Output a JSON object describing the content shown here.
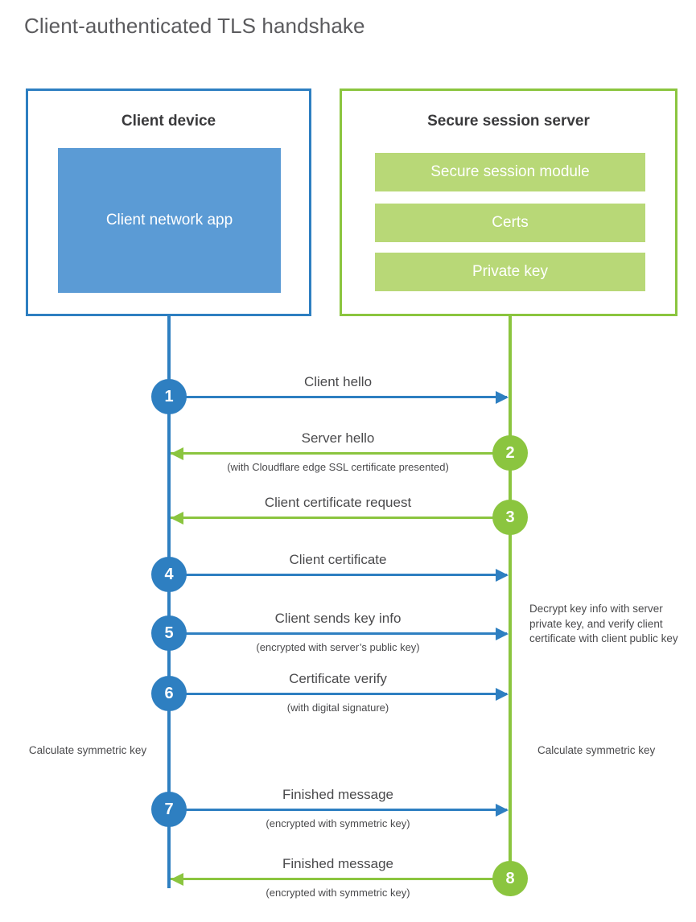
{
  "title": "Client-authenticated TLS handshake",
  "colors": {
    "client_blue": "#2e7fc1",
    "client_app_blue": "#5b9bd5",
    "server_green": "#8bc53f",
    "server_bar_green": "#b8d877",
    "text_gray": "#4a4a4c",
    "title_gray": "#5b5b5e"
  },
  "client": {
    "title": "Client device",
    "app_label": "Client network app"
  },
  "server": {
    "title": "Secure session server",
    "bars": [
      "Secure session module",
      "Certs",
      "Private key"
    ]
  },
  "messages": [
    {
      "number": "1",
      "direction": "to-server",
      "label": "Client hello",
      "sublabel": ""
    },
    {
      "number": "2",
      "direction": "to-client",
      "label": "Server hello",
      "sublabel": "(with Cloudflare edge SSL certificate presented)"
    },
    {
      "number": "3",
      "direction": "to-client",
      "label": "Client certificate request",
      "sublabel": ""
    },
    {
      "number": "4",
      "direction": "to-server",
      "label": "Client certificate",
      "sublabel": ""
    },
    {
      "number": "5",
      "direction": "to-server",
      "label": "Client sends key info",
      "sublabel": "(encrypted with server’s public key)"
    },
    {
      "number": "6",
      "direction": "to-server",
      "label": "Certificate verify",
      "sublabel": "(with digital signature)"
    },
    {
      "number": "7",
      "direction": "to-server",
      "label": "Finished message",
      "sublabel": "(encrypted with symmetric key)"
    },
    {
      "number": "8",
      "direction": "to-client",
      "label": "Finished message",
      "sublabel": "(encrypted with symmetric key)"
    }
  ],
  "annotations": {
    "decrypt_note": "Decrypt key info with server private key, and verify client certificate with client public key",
    "client_calculate": "Calculate symmetric key",
    "server_calculate": "Calculate symmetric key"
  }
}
